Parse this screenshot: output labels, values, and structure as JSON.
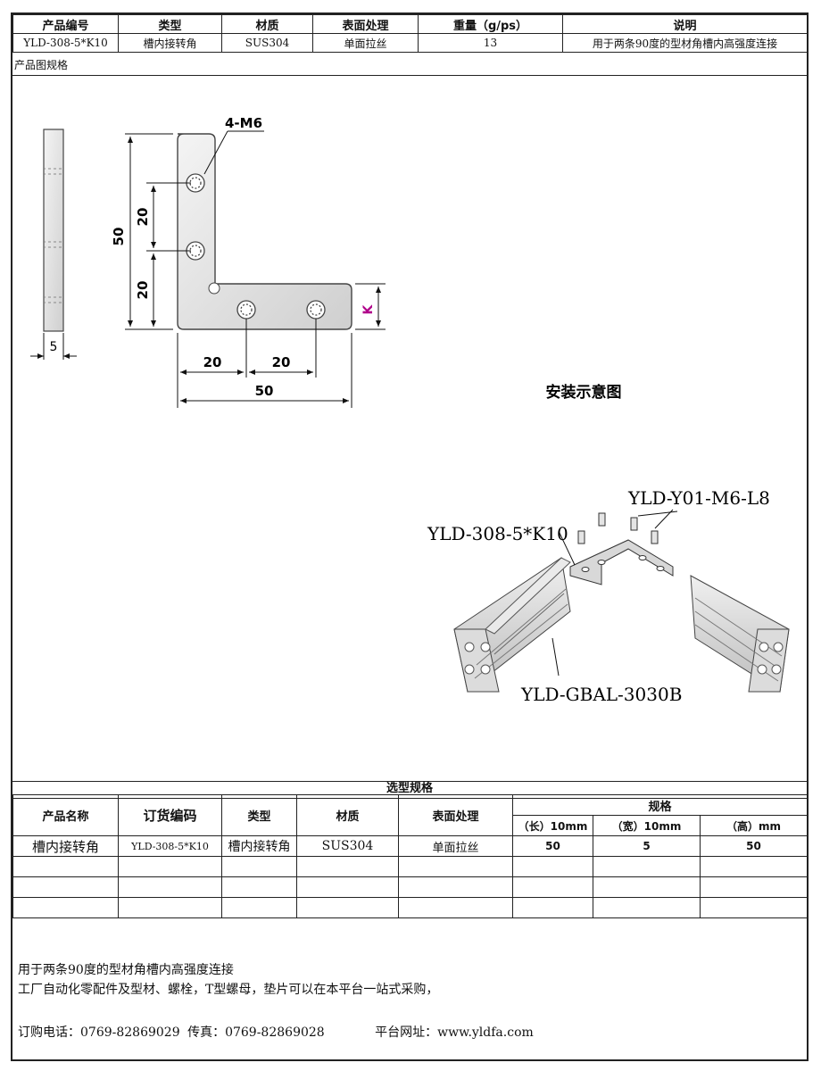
{
  "header": {
    "columns": [
      "产品编号",
      "类型",
      "材质",
      "表面处理",
      "重量（g/ps）",
      "说明"
    ],
    "values": [
      "YLD-308-5*K10",
      "槽内接转角",
      "SUS304",
      "单面拉丝",
      "13",
      "用于两条90度的型材角槽内高强度连接"
    ]
  },
  "drawing_caption": "产品图规格",
  "dimensions": {
    "hole_label": "4-M6",
    "height_total": "50",
    "height_upper": "20",
    "height_lower": "20",
    "width_left": "20",
    "width_right": "20",
    "width_total": "50",
    "thickness": "5",
    "k_label": "K"
  },
  "install": {
    "title": "安装示意图",
    "screw_label": "YLD-Y01-M6-L8",
    "bracket_label": "YLD-308-5*K10",
    "profile_label": "YLD-GBAL-3030B"
  },
  "selection": {
    "title": "选型规格",
    "headers": {
      "name": "产品名称",
      "code": "订货编码",
      "type": "类型",
      "material": "材质",
      "surface": "表面处理",
      "spec": "规格",
      "length": "（长）10mm",
      "width": "（宽）10mm",
      "height": "（高）mm"
    },
    "row": {
      "name": "槽内接转角",
      "code": "YLD-308-5*K10",
      "type": "槽内接转角",
      "material": "SUS304",
      "surface": "单面拉丝",
      "length": "50",
      "width": "5",
      "height": "50"
    }
  },
  "notes": {
    "line1": "用于两条90度的型材角槽内高强度连接",
    "line2": "工厂自动化零配件及型材、螺栓，T型螺母，垫片可以在本平台一站式采购，"
  },
  "contact": {
    "phone": "订购电话：0769-82869029",
    "fax": "传真：0769-82869028",
    "site": "平台网址：www.yldfa.com"
  }
}
